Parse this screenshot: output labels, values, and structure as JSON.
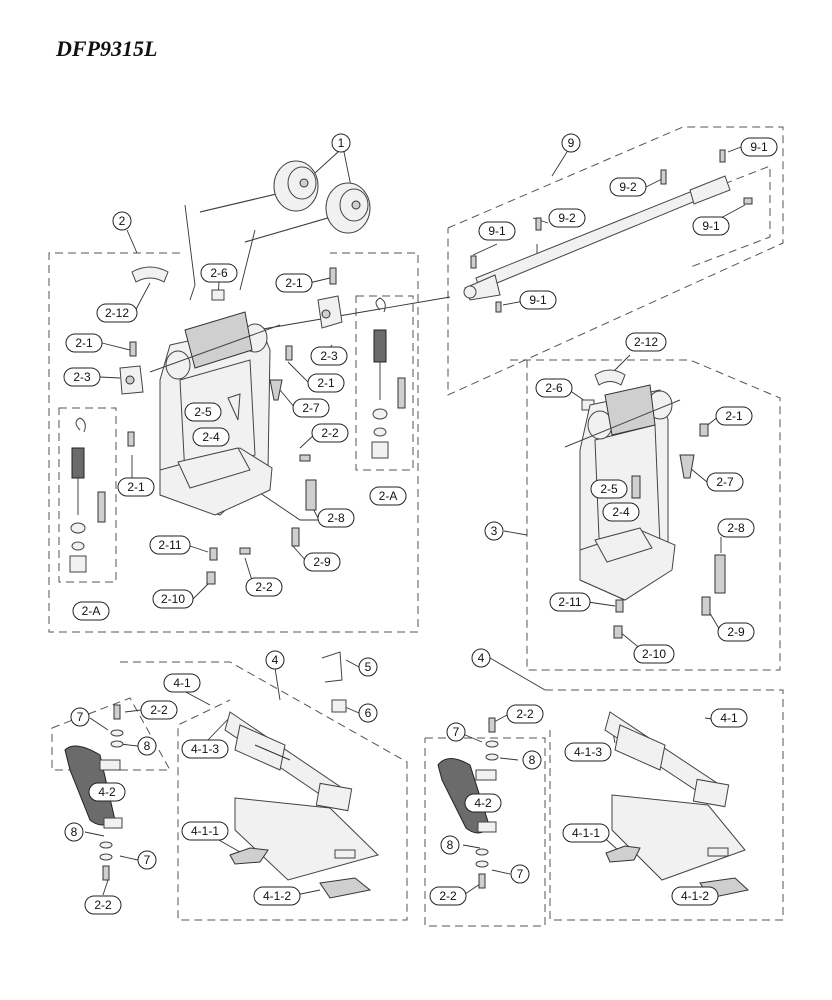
{
  "title": "DFP9315L",
  "labels": {
    "l1": "1",
    "l2": "2",
    "l2_12a": "2-12",
    "l2_6a": "2-6",
    "l2_1a": "2-1",
    "l2_1b": "2-1",
    "l2_3a": "2-3",
    "l2_3b": "2-3",
    "l2_1c": "2-1",
    "l2_5a": "2-5",
    "l2_7a": "2-7",
    "l2_4a": "2-4",
    "l2_2a": "2-2",
    "l2_1d": "2-1",
    "l2_Aa": "2-A",
    "l2_8a": "2-8",
    "l2_11a": "2-11",
    "l2_9a": "2-9",
    "l2_2b": "2-2",
    "l2_10a": "2-10",
    "l2_Ab": "2-A",
    "l9": "9",
    "l9_1a": "9-1",
    "l9_2a": "9-2",
    "l9_1b": "9-1",
    "l9_2b": "9-2",
    "l9_1c": "9-1",
    "l9_1d": "9-1",
    "l2_12b": "2-12",
    "l2_6b": "2-6",
    "l2_1e": "2-1",
    "l2_5b": "2-5",
    "l2_7b": "2-7",
    "l3": "3",
    "l2_4b": "2-4",
    "l2_8b": "2-8",
    "l2_11b": "2-11",
    "l2_9b": "2-9",
    "l2_10b": "2-10",
    "l4a": "4",
    "l5": "5",
    "l4_1a": "4-1",
    "l6": "6",
    "l7a": "7",
    "l2_2c": "2-2",
    "l8a": "8",
    "l4_1_3a": "4-1-3",
    "l4_2a": "4-2",
    "l8b": "8",
    "l7b": "7",
    "l4_1_1a": "4-1-1",
    "l2_2d": "2-2",
    "l4_1_2a": "4-1-2",
    "l4b": "4",
    "l7c": "7",
    "l2_2e": "2-2",
    "l8c": "8",
    "l4_1b": "4-1",
    "l4_1_3b": "4-1-3",
    "l4_2b": "4-2",
    "l4_1_1b": "4-1-1",
    "l8d": "8",
    "l7d": "7",
    "l2_2f": "2-2",
    "l4_1_2b": "4-1-2"
  }
}
